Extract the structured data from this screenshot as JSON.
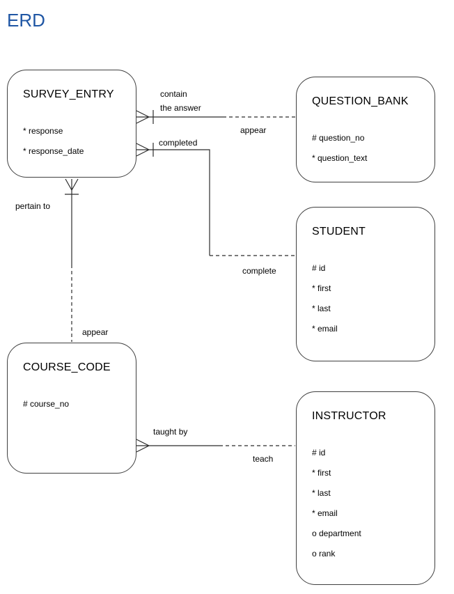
{
  "title": "ERD",
  "entities": [
    {
      "name": "SURVEY_ENTRY",
      "attributes": [
        "* response",
        "* response_date"
      ]
    },
    {
      "name": "QUESTION_BANK",
      "attributes": [
        "# question_no",
        "* question_text"
      ]
    },
    {
      "name": "STUDENT",
      "attributes": [
        "# id",
        "* first",
        "* last",
        "* email"
      ]
    },
    {
      "name": "COURSE_CODE",
      "attributes": [
        "# course_no"
      ]
    },
    {
      "name": "INSTRUCTOR",
      "attributes": [
        "# id",
        "* first",
        "* last",
        "* email",
        "o department",
        "o rank"
      ]
    }
  ],
  "relationships": [
    {
      "from": "SURVEY_ENTRY",
      "to": "QUESTION_BANK",
      "source_label": "contain\nthe answer",
      "target_label": "appear",
      "source_marker": "crow-foot-with-bar",
      "line": "solid-then-dashed"
    },
    {
      "from": "SURVEY_ENTRY",
      "to": "STUDENT",
      "source_label": "completed",
      "target_label": "complete",
      "source_marker": "crow-foot-with-bar",
      "line": "solid-then-dashed"
    },
    {
      "from": "SURVEY_ENTRY",
      "to": "COURSE_CODE",
      "source_label": "pertain to",
      "target_label": "appear",
      "source_marker": "crow-foot-with-bar",
      "line": "solid-then-dashed"
    },
    {
      "from": "COURSE_CODE",
      "to": "INSTRUCTOR",
      "source_label": "taught by",
      "target_label": "teach",
      "source_marker": "crow-foot",
      "line": "solid-then-dashed"
    }
  ]
}
